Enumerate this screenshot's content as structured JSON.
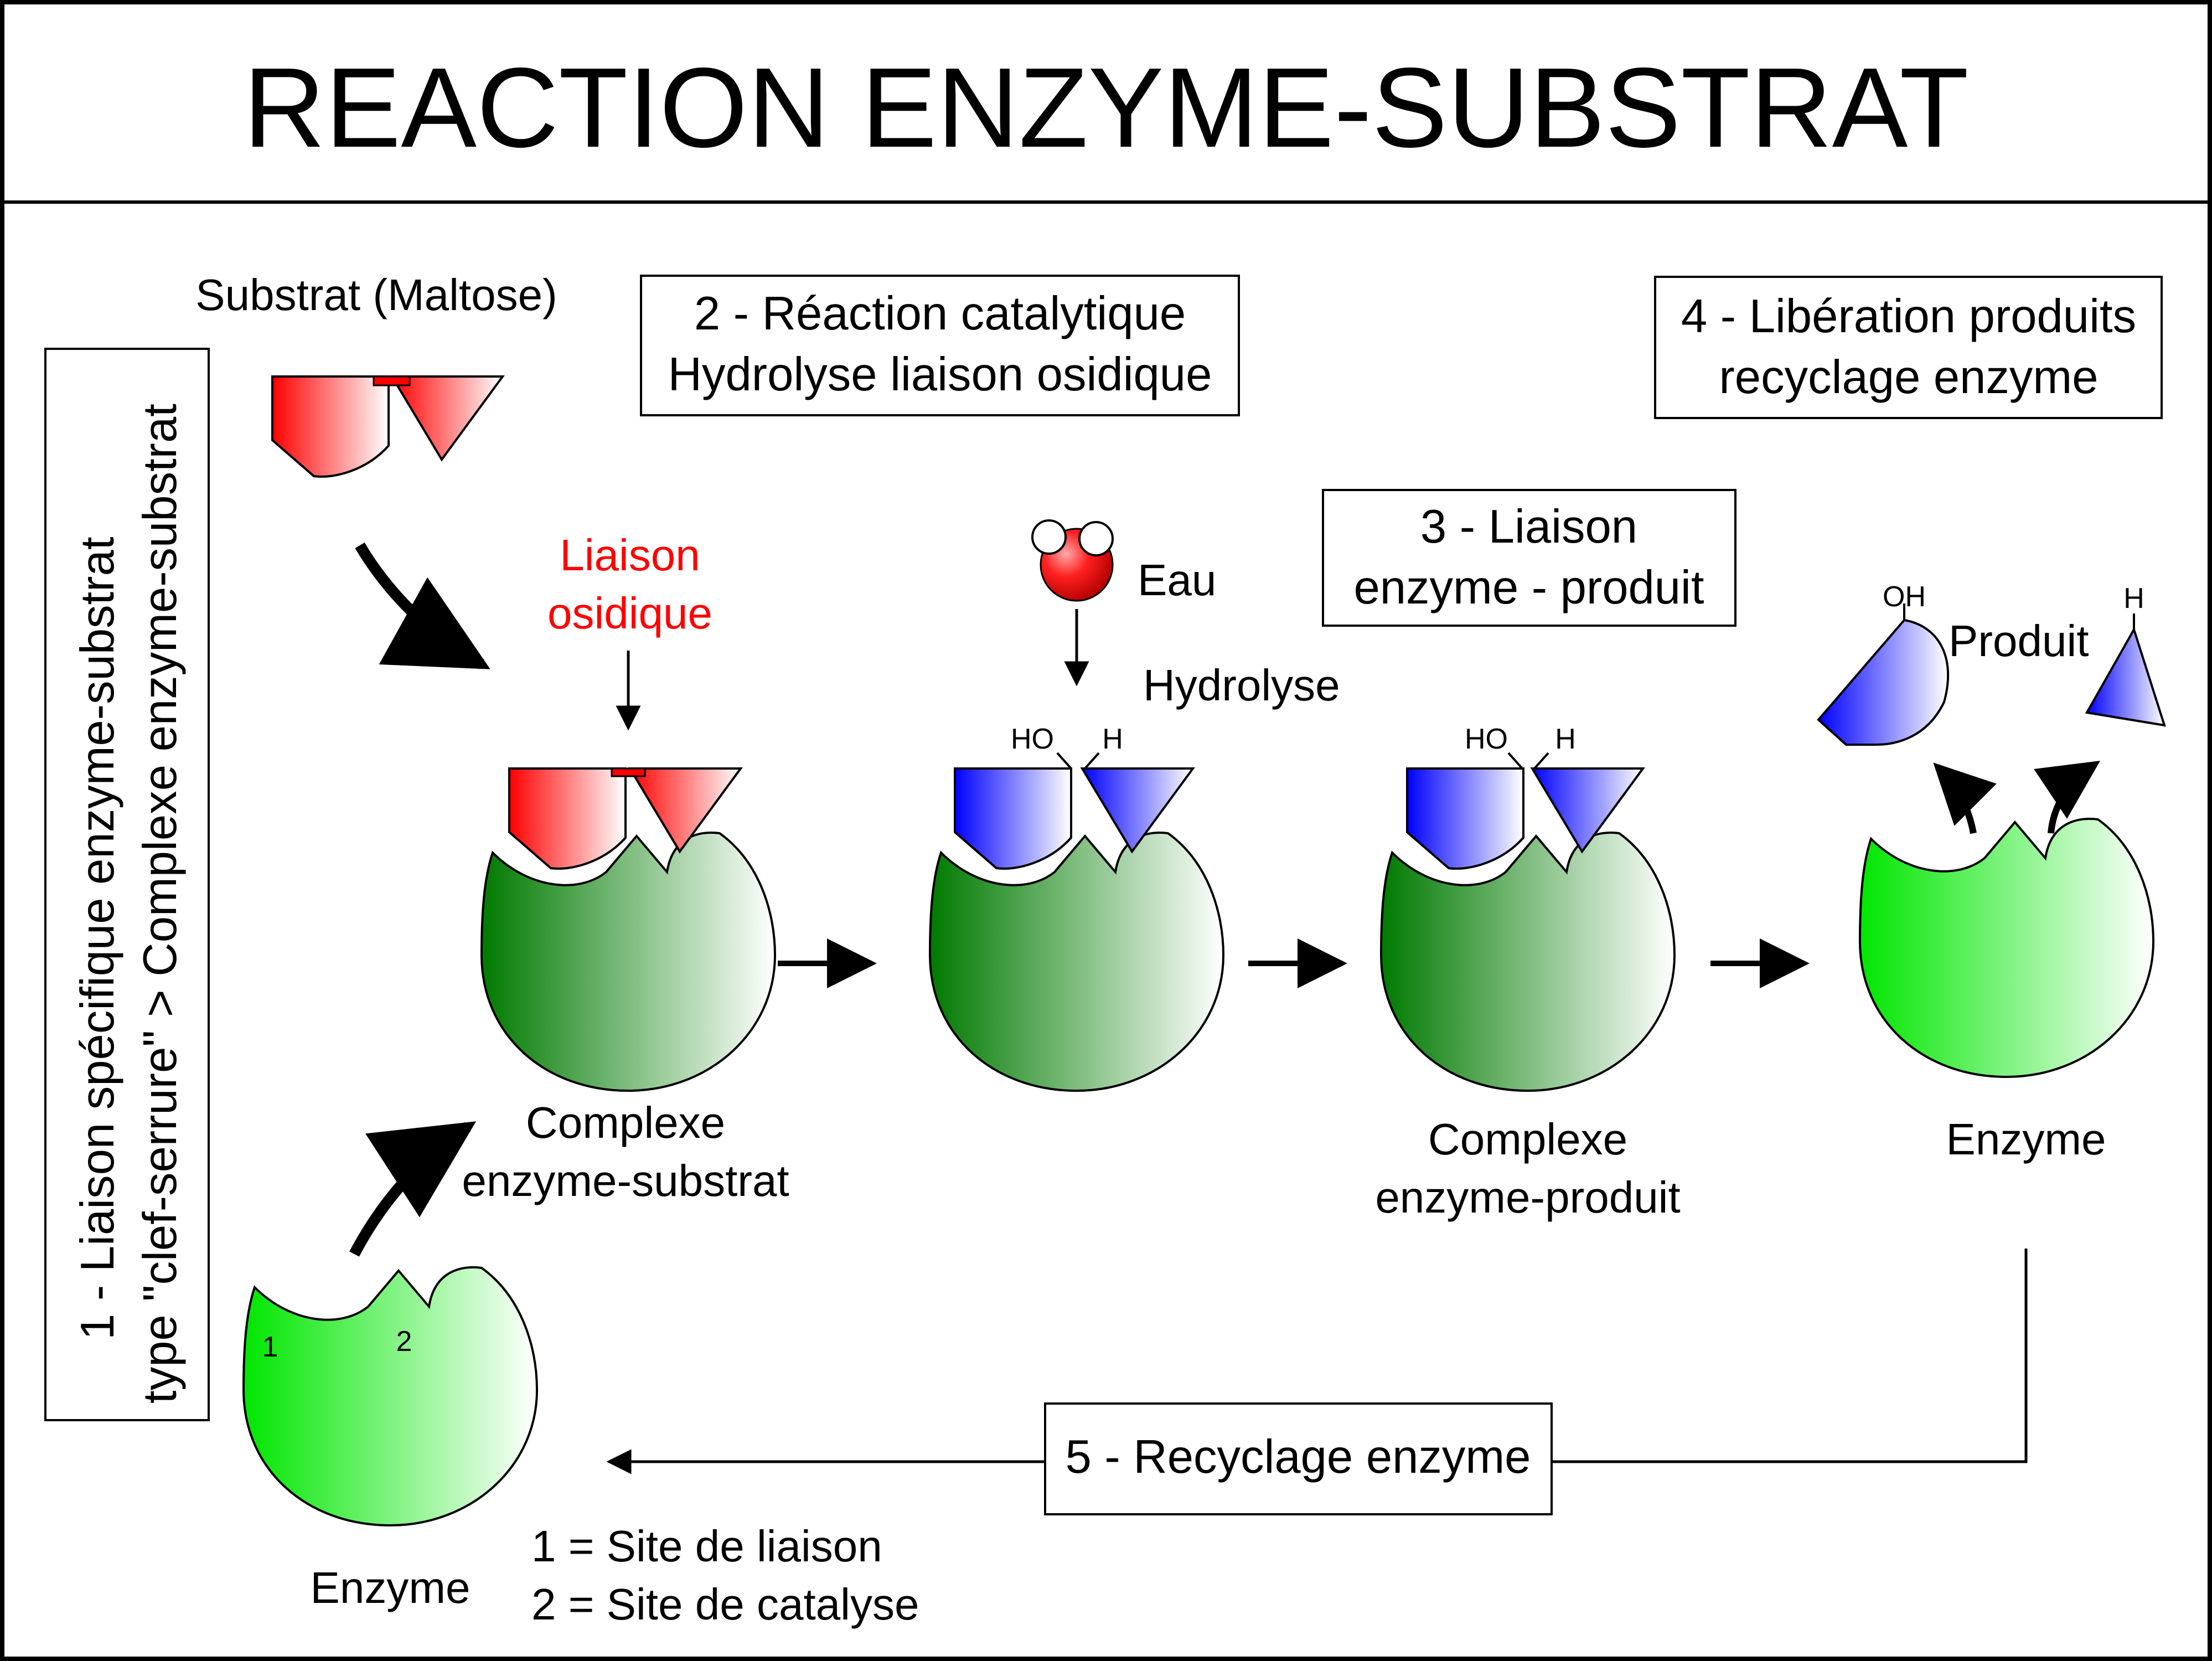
{
  "title": "REACTION ENZYME-SUBSTRAT",
  "steps": {
    "step1": {
      "line1": "1 - Liaison spécifique enzyme-substrat",
      "line2": "type \"clef-serrure\" > Complexe enzyme-substrat"
    },
    "step2": {
      "line1": "2 - Réaction catalytique",
      "line2": "Hydrolyse liaison osidique"
    },
    "step3": {
      "line1": "3 - Liaison",
      "line2": "enzyme - produit"
    },
    "step4": {
      "line1": "4 - Libération produits",
      "line2": "recyclage enzyme"
    },
    "step5": {
      "label": "5 - Recyclage enzyme"
    }
  },
  "labels": {
    "substrat": "Substrat (Maltose)",
    "liaison_line1": "Liaison",
    "liaison_line2": "osidique",
    "eau": "Eau",
    "hydrolyse": "Hydrolyse",
    "produit": "Produit",
    "complexe_es_line1": "Complexe",
    "complexe_es_line2": "enzyme-substrat",
    "complexe_ep_line1": "Complexe",
    "complexe_ep_line2": "enzyme-produit",
    "enzyme": "Enzyme",
    "enzyme_bottom": "Enzyme",
    "site1_marker": "1",
    "site2_marker": "2",
    "legend_site1": "1 = Site de liaison",
    "legend_site2": "2 = Site de catalyse",
    "ho": "HO",
    "h": "H",
    "oh": "OH"
  },
  "colors": {
    "substrate": "#ff0000",
    "product": "#0000ff",
    "enzyme_complex": "#007a00",
    "enzyme_free": "#00e600",
    "bond_label": "#ff0000",
    "water": "#e80000"
  }
}
